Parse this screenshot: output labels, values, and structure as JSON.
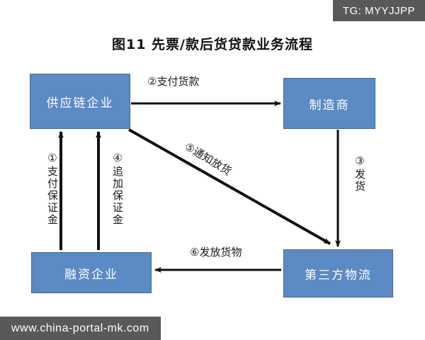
{
  "watermarks": {
    "top_right": "TG: MYYJJPP",
    "bottom_left": "www.china-portal-mk.com"
  },
  "diagram": {
    "title": "图11  先票/款后货贷款业务流程",
    "nodes": [
      {
        "id": "supply",
        "label": "供应链企业"
      },
      {
        "id": "maker",
        "label": "制造商"
      },
      {
        "id": "finance",
        "label": "融资企业"
      },
      {
        "id": "logistics",
        "label": "第三方物流"
      }
    ],
    "edges": [
      {
        "id": "e1",
        "label": "①支付保证金",
        "from": "finance",
        "to": "supply",
        "orientation": "vertical"
      },
      {
        "id": "e2",
        "label": "②支付货款",
        "from": "supply",
        "to": "maker",
        "orientation": "horizontal"
      },
      {
        "id": "e3",
        "label": "③发货",
        "from": "maker",
        "to": "logistics",
        "orientation": "vertical"
      },
      {
        "id": "e4",
        "label": "④追加保证金",
        "from": "finance",
        "to": "supply",
        "orientation": "vertical"
      },
      {
        "id": "e5",
        "label": "⑤通知放货",
        "from": "supply",
        "to": "logistics",
        "orientation": "diagonal"
      },
      {
        "id": "e6",
        "label": "⑥发放货物",
        "from": "logistics",
        "to": "finance",
        "orientation": "horizontal"
      }
    ]
  },
  "colors": {
    "node_fill": "#5b8ac4",
    "node_border": "#41699e",
    "node_text": "#ffffff",
    "arrow": "#111111",
    "watermark_bg": "#595959",
    "page_bg": "#ffffff"
  }
}
